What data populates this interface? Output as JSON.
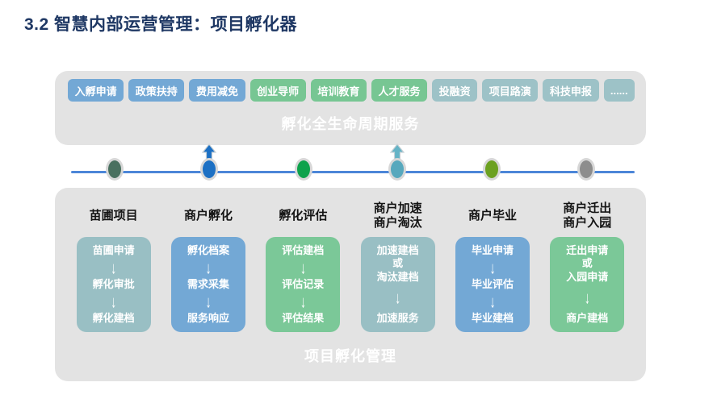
{
  "title": "3.2 智慧内部运营管理：项目孵化器",
  "palette": {
    "blue": "#73A8D5",
    "green": "#77C693",
    "teal": "#9DC2C7",
    "box_teal": "#99BFC4",
    "box_blue": "#73A8D5",
    "box_green": "#7BC898",
    "panel_gray": "#E3E3E3",
    "line_blue": "#4C86D8",
    "title_navy": "#1F3864"
  },
  "icons": {
    "arrow_down": "↓",
    "arrow_up": "up-arrow-shape"
  },
  "service_panel": {
    "bar_label": "孵化全生命周期服务",
    "buttons": [
      {
        "label": "入孵申请",
        "color": "blue"
      },
      {
        "label": "政策扶持",
        "color": "blue"
      },
      {
        "label": "费用减免",
        "color": "blue"
      },
      {
        "label": "创业导师",
        "color": "green"
      },
      {
        "label": "培训教育",
        "color": "green"
      },
      {
        "label": "人才服务",
        "color": "green"
      },
      {
        "label": "投融资",
        "color": "teal"
      },
      {
        "label": "项目路演",
        "color": "teal"
      },
      {
        "label": "科技申报",
        "color": "teal"
      },
      {
        "label": "......",
        "color": "teal"
      }
    ]
  },
  "timeline": {
    "dots": [
      {
        "stage": "苗圃项目",
        "color": "#49705F",
        "arrow": false,
        "arrow_color": ""
      },
      {
        "stage": "商户孵化",
        "color": "#1C70C4",
        "arrow": true,
        "arrow_color": "#1C70C4"
      },
      {
        "stage": "孵化评估",
        "color": "#0EA24C",
        "arrow": false,
        "arrow_color": ""
      },
      {
        "stage": "商户加速商户淘汰",
        "color": "#57A8BD",
        "arrow": true,
        "arrow_color": "#65B3C6"
      },
      {
        "stage": "商户毕业",
        "color": "#6CA121",
        "arrow": false,
        "arrow_color": ""
      },
      {
        "stage": "商户迁出商户入园",
        "color": "#8D8D8D",
        "arrow": false,
        "arrow_color": ""
      }
    ]
  },
  "management_panel": {
    "bar_label": "项目孵化管理",
    "columns": [
      {
        "header_lines": [
          "苗圃项目"
        ],
        "box_color": "box_teal",
        "groups": [
          [
            "苗圃申请"
          ],
          [
            "孵化审批"
          ],
          [
            "孵化建档"
          ]
        ]
      },
      {
        "header_lines": [
          "商户孵化"
        ],
        "box_color": "box_blue",
        "groups": [
          [
            "孵化档案"
          ],
          [
            "需求采集"
          ],
          [
            "服务响应"
          ]
        ]
      },
      {
        "header_lines": [
          "孵化评估"
        ],
        "box_color": "box_green",
        "groups": [
          [
            "评估建档"
          ],
          [
            "评估记录"
          ],
          [
            "评估结果"
          ]
        ]
      },
      {
        "header_lines": [
          "商户加速",
          "商户淘汰"
        ],
        "box_color": "box_teal",
        "groups": [
          [
            "加速建档",
            "或",
            "淘汰建档"
          ],
          [
            "加速服务"
          ]
        ]
      },
      {
        "header_lines": [
          "商户毕业"
        ],
        "box_color": "box_blue",
        "groups": [
          [
            "毕业申请"
          ],
          [
            "毕业评估"
          ],
          [
            "毕业建档"
          ]
        ]
      },
      {
        "header_lines": [
          "商户迁出",
          "商户入园"
        ],
        "box_color": "box_green",
        "groups": [
          [
            "迁出申请",
            "或",
            "入园申请"
          ],
          [
            "商户建档"
          ]
        ]
      }
    ]
  }
}
